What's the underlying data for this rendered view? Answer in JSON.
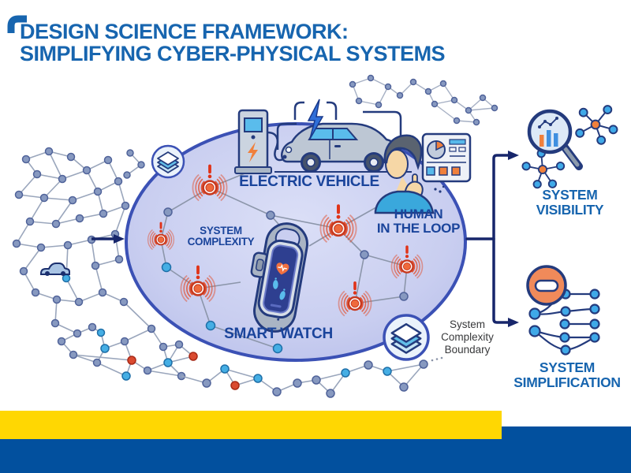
{
  "header": {
    "title_line1": "DESIGN SCIENCE FRAMEWORK:",
    "title_line2": "SIMPLIFYING CYBER-PHYSICAL SYSTEMS"
  },
  "diagram": {
    "core_labels": {
      "electric_vehicle": "ELECTRIC VEHICLE",
      "human_line1": "HUMAN",
      "human_line2": "IN THE LOOP",
      "complexity_line1": "SYSTEM",
      "complexity_line2": "COMPLEXITY",
      "smart_watch": "SMART WATCH"
    },
    "boundary_label": {
      "line1": "System",
      "line2": "Complexity",
      "line3": "Boundary"
    },
    "outcomes": {
      "visibility_line1": "SYSTEM",
      "visibility_line2": "VISIBILITY",
      "simplification_line1": "SYSTEM",
      "simplification_line2": "SIMPLIFICATION"
    },
    "icons": {
      "layers": "stacked-layers-icon",
      "alert": "warning-signal-icon",
      "magnifier": "magnifier-chart-icon",
      "minus": "minus-circle-icon",
      "car": "car-icon",
      "ev": "ev-charging-illustration",
      "human": "human-dashboard-illustration",
      "watch": "smart-watch-illustration"
    },
    "alert_count": 6
  },
  "colors": {
    "title_blue": "#1765AF",
    "label_navy": "#1A449B",
    "outline_navy": "#243B7D",
    "ellipse_fill": "#C9CEF0",
    "ellipse_stroke": "#3B51B5",
    "alert_orange": "#E2502F",
    "node_slate": "#8799C0",
    "node_cyan": "#45AEE4",
    "node_red": "#DA4A30",
    "accent_orange": "#F0803C",
    "accent_blue": "#57B9EA",
    "bar_yellow": "#FFD702",
    "bar_blue": "#02509E",
    "text_dark": "#38393B"
  }
}
